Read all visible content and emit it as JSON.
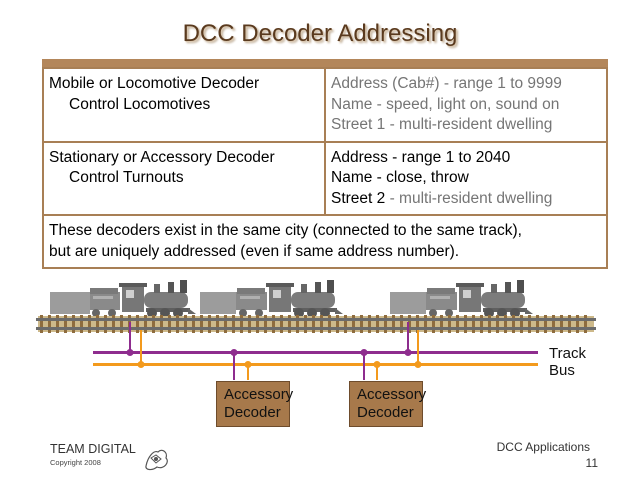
{
  "title": "DCC Decoder Addressing",
  "rows": [
    {
      "left": [
        "Mobile or Locomotive Decoder",
        "Control Locomotives"
      ],
      "right": [
        {
          "label": "Address (Cab#)",
          "rest": " - range 1 to 9999"
        },
        {
          "label": "Name",
          "rest": " - speed, light on, sound on"
        },
        {
          "label": "Street 1",
          "rest": " - multi-resident dwelling"
        }
      ]
    },
    {
      "left": [
        "Stationary or Accessory Decoder",
        "Control Turnouts"
      ],
      "right": [
        {
          "label": "Address",
          "rest": " - range 1 to 2040"
        },
        {
          "label": "Name",
          "rest": " - close, throw"
        },
        {
          "label": "Street 2",
          "rest": " - multi-resident dwelling"
        }
      ]
    }
  ],
  "note": [
    "These decoders exist in the same city (connected to the same track),",
    "but are uniquely addressed (even if same address number)."
  ],
  "diagram": {
    "track_label": [
      "Track",
      "Bus"
    ],
    "accessory_decoders": [
      [
        "Accessory",
        "Decoder"
      ],
      [
        "Accessory",
        "Decoder"
      ]
    ],
    "colors": {
      "purple_bus": "#8e2d8e",
      "orange_bus": "#f39a1d",
      "decoder_box": "#a7794b"
    }
  },
  "footer": {
    "brand": "TEAM DIGITAL",
    "copyright": "Copyright 2008",
    "section": "DCC Applications",
    "page": "11"
  }
}
